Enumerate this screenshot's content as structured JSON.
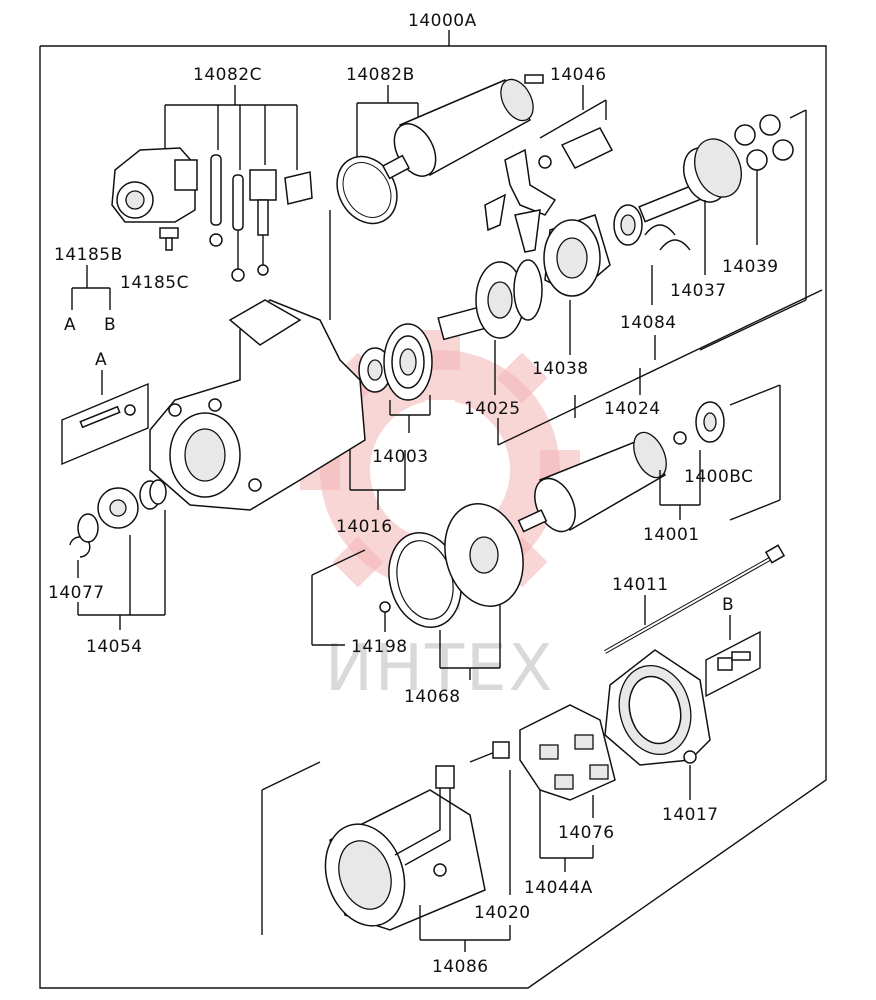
{
  "labels": {
    "l14000A": "14000A",
    "l14082C": "14082C",
    "l14082B": "14082B",
    "l14046": "14046",
    "l14185B": "14185B",
    "l14185C": "14185C",
    "lA1": "A",
    "lB1": "B",
    "lA2": "A",
    "l14039": "14039",
    "l14037": "14037",
    "l14084": "14084",
    "l14038": "14038",
    "l14025": "14025",
    "l14024": "14024",
    "l14003": "14003",
    "l14016": "14016",
    "l1400BC": "1400BC",
    "l14001": "14001",
    "l14077": "14077",
    "l14054": "14054",
    "l14011": "14011",
    "lB2": "B",
    "l14198": "14198",
    "l14068": "14068",
    "l14076": "14076",
    "l14017": "14017",
    "l14044A": "14044A",
    "l14020": "14020",
    "l14086": "14086"
  },
  "watermark": {
    "text": "ИНТЕХ",
    "color": "#f3b5b5"
  }
}
